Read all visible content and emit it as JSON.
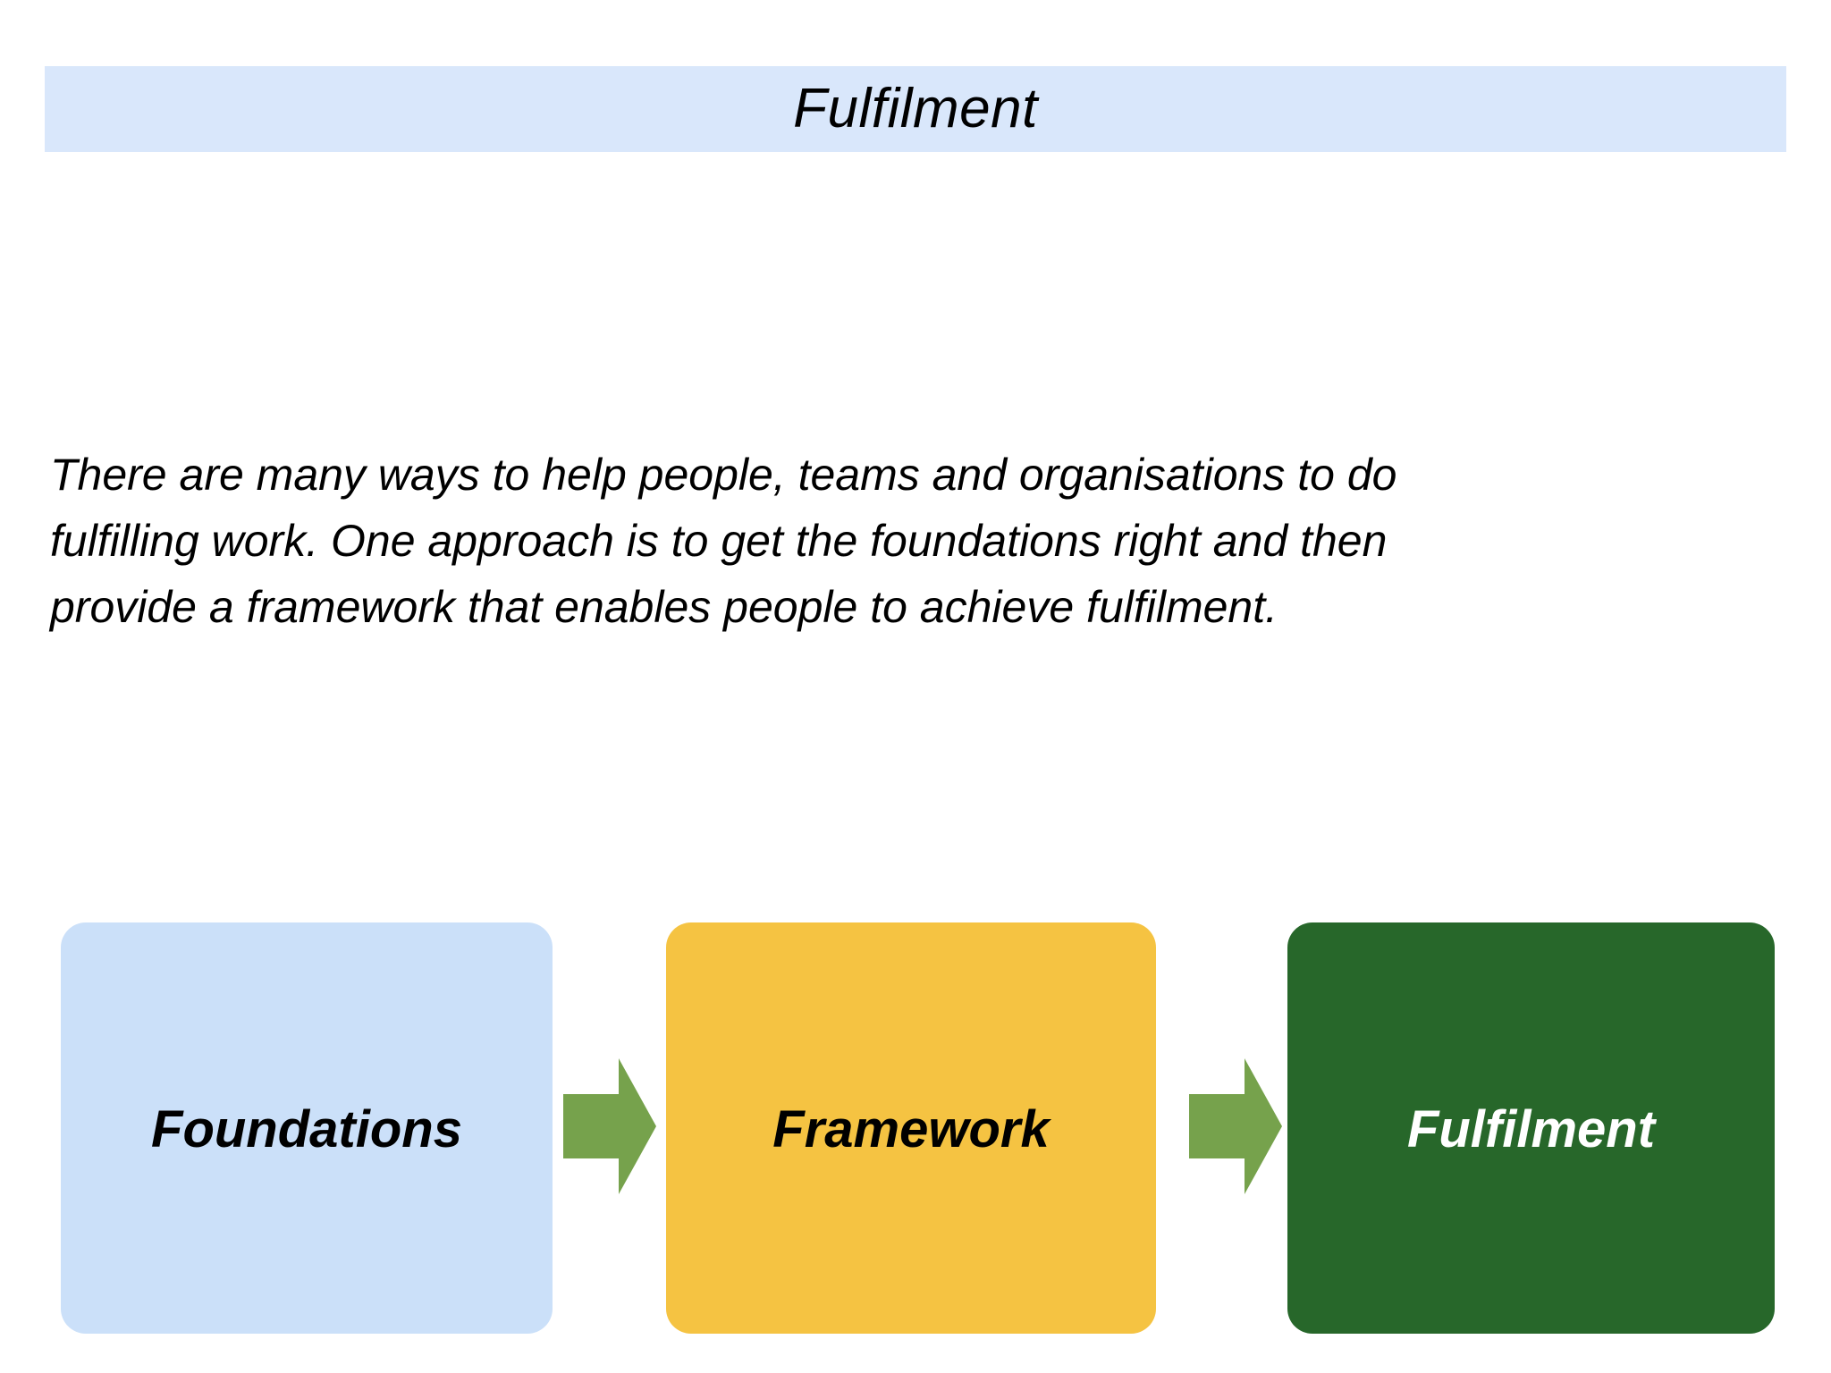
{
  "slide": {
    "background_color": "#ffffff",
    "title": {
      "text": "Fulfilment",
      "banner_color": "#d9e7fb"
    },
    "body": {
      "full_text": "There are many ways to help people, teams and organisations to do fulfilling work. One approach is to get the foundations right and then provide a framework that enables people to achieve fulfilment.",
      "lines": [
        "There are many ways to help people, teams and organisations to do",
        "fulfilling work. One approach is to get the foundations right and then",
        "provide a framework that enables people to achieve fulfilment."
      ]
    },
    "flow": {
      "boxes": [
        {
          "label": "Foundations",
          "fill_color": "#cbe0f9",
          "text_color": "#000000"
        },
        {
          "label": "Framework",
          "fill_color": "#f5c342",
          "text_color": "#000000"
        },
        {
          "label": "Fulfilment",
          "fill_color": "#27672a",
          "text_color": "#ffffff"
        }
      ],
      "arrows": [
        {
          "icon": "right-arrow-icon",
          "color": "#76a24c"
        },
        {
          "icon": "right-arrow-icon",
          "color": "#76a24c"
        }
      ]
    }
  }
}
